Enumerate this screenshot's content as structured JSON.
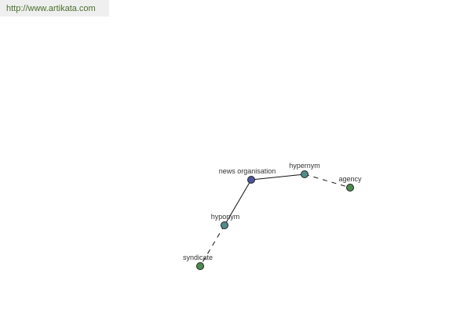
{
  "header": {
    "url": "http://www.artikata.com"
  },
  "graph": {
    "nodes": [
      {
        "id": "news_organisation",
        "label": "news organisation",
        "kind": "center",
        "color": "#4a54a0"
      },
      {
        "id": "hypernym",
        "label": "hypernym",
        "kind": "relation",
        "color": "#4f8c8c"
      },
      {
        "id": "agency",
        "label": "agency",
        "kind": "term",
        "color": "#4e8a4e"
      },
      {
        "id": "hyponym",
        "label": "hyponym",
        "kind": "relation",
        "color": "#4f8c8c"
      },
      {
        "id": "syndicate",
        "label": "syndicate",
        "kind": "term",
        "color": "#4e8a4e"
      }
    ],
    "edges": [
      {
        "from": "news_organisation",
        "to": "hypernym",
        "style": "solid"
      },
      {
        "from": "hypernym",
        "to": "agency",
        "style": "dashed"
      },
      {
        "from": "news_organisation",
        "to": "hyponym",
        "style": "solid"
      },
      {
        "from": "hyponym",
        "to": "syndicate",
        "style": "dashed"
      }
    ]
  }
}
